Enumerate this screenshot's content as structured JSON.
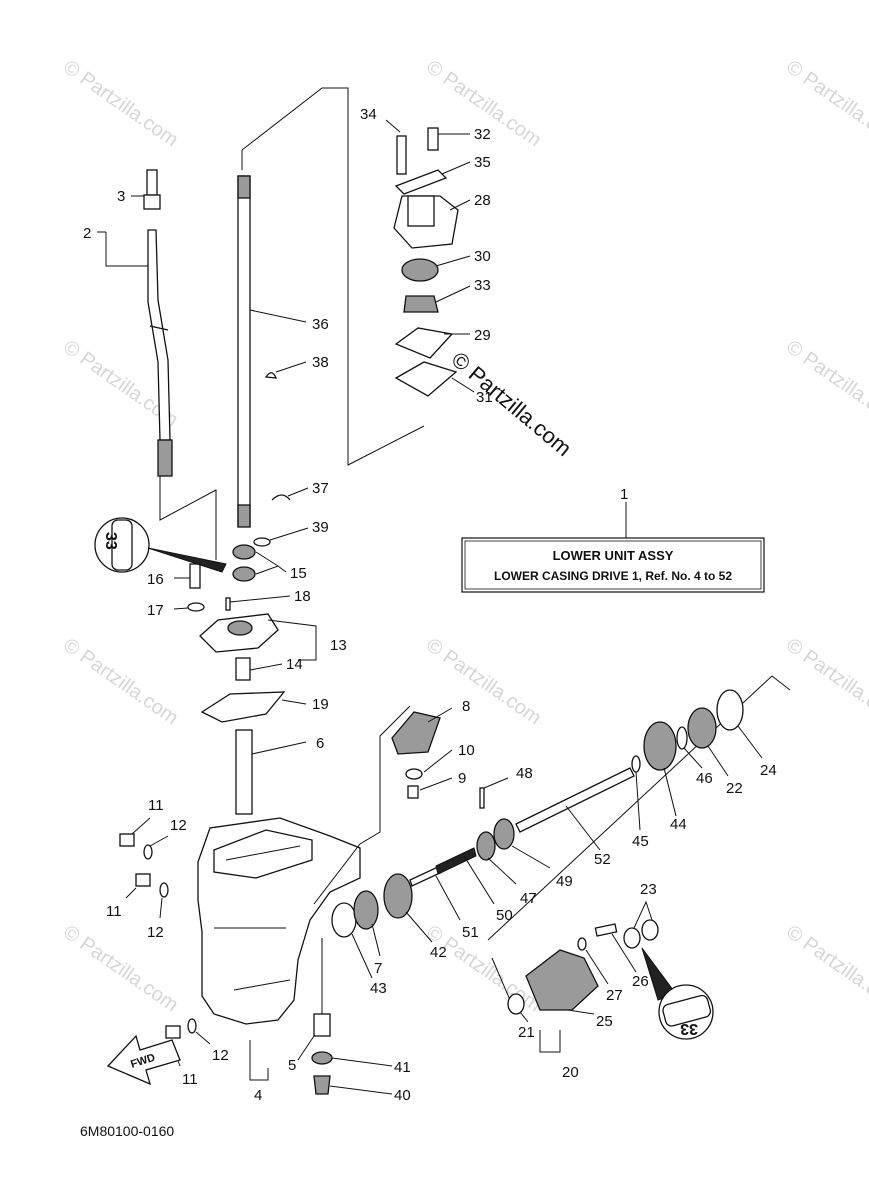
{
  "watermarks": {
    "background": "© Partzilla.com",
    "foreground": "© Partzilla.com"
  },
  "assembly_box": {
    "callout": "1",
    "title": "LOWER UNIT ASSY",
    "subtitle": "LOWER CASING DRIVE 1, Ref. No. 4 to 52"
  },
  "diagram_code": "6M80100-0160",
  "fwd_label": "FWD",
  "sealant_marker": "33",
  "callouts": {
    "c2": "2",
    "c3": "3",
    "c4": "4",
    "c5": "5",
    "c6": "6",
    "c7": "7",
    "c8": "8",
    "c9": "9",
    "c10": "10",
    "c11a": "11",
    "c11b": "11",
    "c11c": "11",
    "c12a": "12",
    "c12b": "12",
    "c12c": "12",
    "c13": "13",
    "c14": "14",
    "c15": "15",
    "c16": "16",
    "c17": "17",
    "c18": "18",
    "c19": "19",
    "c20": "20",
    "c21": "21",
    "c22": "22",
    "c23": "23",
    "c24": "24",
    "c25": "25",
    "c26": "26",
    "c27": "27",
    "c28": "28",
    "c29": "29",
    "c30": "30",
    "c31": "31",
    "c32": "32",
    "c33": "33",
    "c34": "34",
    "c35": "35",
    "c36": "36",
    "c37": "37",
    "c38": "38",
    "c39": "39",
    "c40": "40",
    "c41": "41",
    "c42": "42",
    "c43": "43",
    "c44": "44",
    "c45": "45",
    "c46": "46",
    "c47": "47",
    "c48": "48",
    "c49": "49",
    "c50": "50",
    "c51": "51",
    "c52": "52"
  },
  "colors": {
    "ink": "#111111",
    "watermark": "#d6d6d6",
    "paper": "#ffffff"
  }
}
